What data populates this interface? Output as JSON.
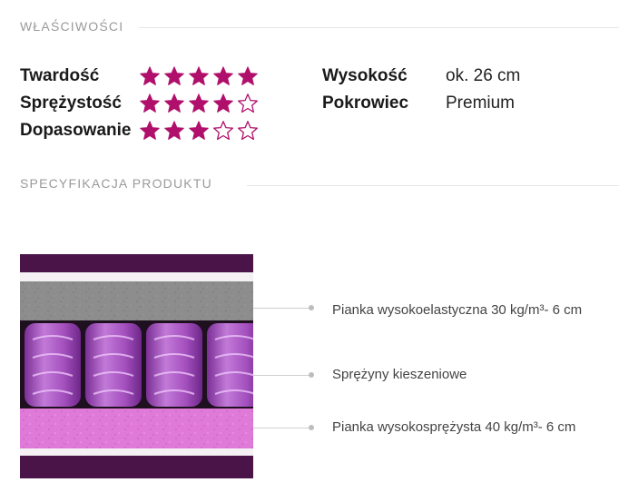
{
  "properties_section": {
    "title": "WŁAŚCIWOŚCI"
  },
  "ratings": [
    {
      "label": "Twardość",
      "value": 5,
      "max": 5
    },
    {
      "label": "Sprężystość",
      "value": 4,
      "max": 5
    },
    {
      "label": "Dopasowanie",
      "value": 3,
      "max": 5
    }
  ],
  "attributes": [
    {
      "label": "Wysokość",
      "value": "ok. 26 cm"
    },
    {
      "label": "Pokrowiec",
      "value": "Premium"
    }
  ],
  "specification_section": {
    "title": "SPECYFIKACJA PRODUKTU"
  },
  "layers": [
    {
      "label": "Pianka wysokoelastyczna  30 kg/m³- 6 cm"
    },
    {
      "label": "Sprężyny kieszeniowe"
    },
    {
      "label": "Pianka wysokosprężysta  40 kg/m³- 6 cm"
    }
  ],
  "colors": {
    "accent": "#b0106b",
    "cover": "#4a1448",
    "top_foam": "#8d8d8d",
    "springs": "#a64fc0",
    "bottom_foam": "#e07ad8"
  },
  "icons": {
    "star_filled": "star-filled-icon",
    "star_empty": "star-outline-icon"
  }
}
